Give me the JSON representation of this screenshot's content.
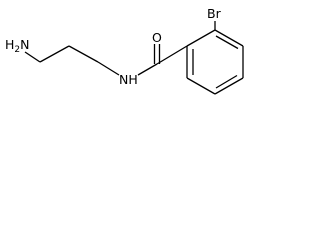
{
  "molecule": {
    "atoms": {
      "amine": {
        "symbol": "H2N",
        "main": "H",
        "subscript": "2",
        "tail": "N"
      },
      "amide_nh": "NH",
      "carbonyl_o": "O",
      "bromine": "Br"
    },
    "colors": {
      "bond": "#000000",
      "label": "#000000",
      "background": "#ffffff"
    }
  }
}
